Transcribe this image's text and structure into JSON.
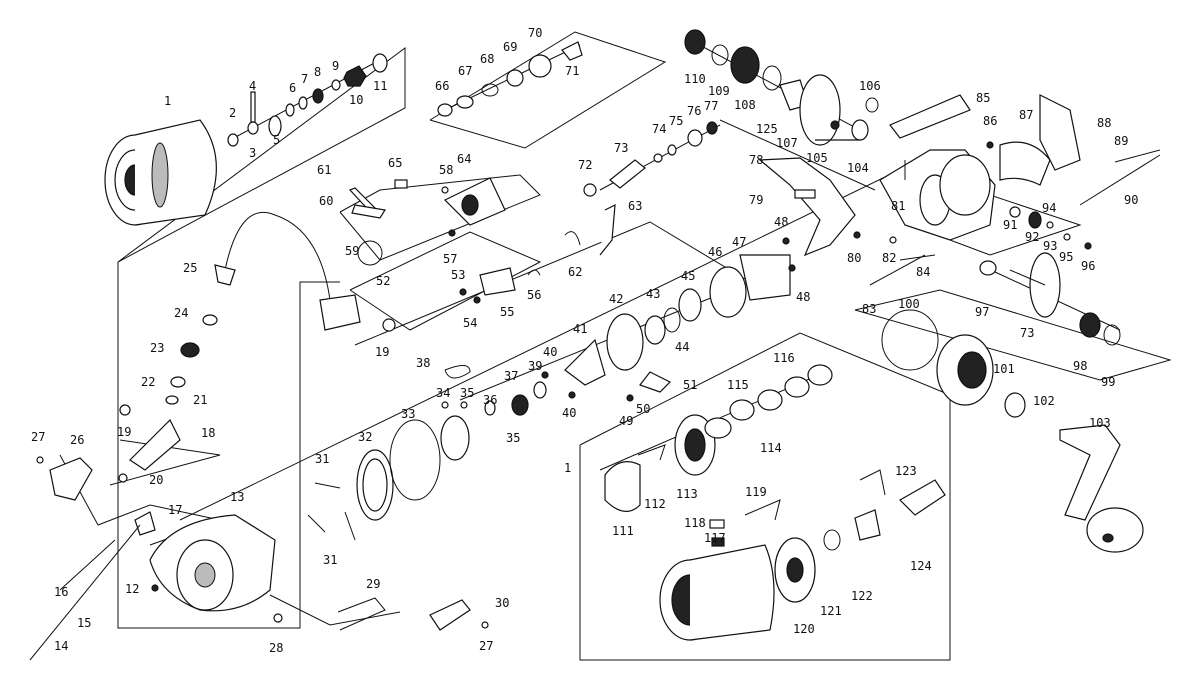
{
  "labels": {
    "n1": "1",
    "n1b": "1",
    "n2": "2",
    "n3": "3",
    "n4": "4",
    "n5": "5",
    "n6": "6",
    "n7": "7",
    "n8": "8",
    "n9": "9",
    "n10": "10",
    "n11": "11",
    "n12": "12",
    "n13": "13",
    "n14": "14",
    "n15": "15",
    "n16": "16",
    "n17": "17",
    "n18": "18",
    "n19": "19",
    "n19b": "19",
    "n20": "20",
    "n21": "21",
    "n22": "22",
    "n23": "23",
    "n24": "24",
    "n25": "25",
    "n26": "26",
    "n27": "27",
    "n27b": "27",
    "n28": "28",
    "n29": "29",
    "n30": "30",
    "n31": "31",
    "n31b": "31",
    "n32": "32",
    "n33": "33",
    "n34": "34",
    "n35": "35",
    "n35b": "35",
    "n36": "36",
    "n37": "37",
    "n38": "38",
    "n39": "39",
    "n40": "40",
    "n40b": "40",
    "n41": "41",
    "n42": "42",
    "n43": "43",
    "n44": "44",
    "n45": "45",
    "n46": "46",
    "n47": "47",
    "n48": "48",
    "n48b": "48",
    "n49": "49",
    "n50": "50",
    "n51": "51",
    "n52": "52",
    "n53": "53",
    "n54": "54",
    "n55": "55",
    "n56": "56",
    "n57": "57",
    "n58": "58",
    "n59": "59",
    "n60": "60",
    "n61": "61",
    "n62": "62",
    "n63": "63",
    "n64": "64",
    "n65": "65",
    "n66": "66",
    "n67": "67",
    "n68": "68",
    "n69": "69",
    "n70": "70",
    "n71": "71",
    "n72": "72",
    "n73": "73",
    "n73b": "73",
    "n74": "74",
    "n75": "75",
    "n76": "76",
    "n77": "77",
    "n78": "78",
    "n79": "79",
    "n80": "80",
    "n81": "81",
    "n82": "82",
    "n83": "83",
    "n84": "84",
    "n85": "85",
    "n86": "86",
    "n87": "87",
    "n88": "88",
    "n89": "89",
    "n90": "90",
    "n91": "91",
    "n92": "92",
    "n93": "93",
    "n94": "94",
    "n95": "95",
    "n96": "96",
    "n97": "97",
    "n98": "98",
    "n99": "99",
    "n100": "100",
    "n101": "101",
    "n102": "102",
    "n103": "103",
    "n104": "104",
    "n105": "105",
    "n106": "106",
    "n107": "107",
    "n108": "108",
    "n109": "109",
    "n110": "110",
    "n111": "111",
    "n112": "112",
    "n113": "113",
    "n114": "114",
    "n115": "115",
    "n116": "116",
    "n117": "117",
    "n118": "118",
    "n119": "119",
    "n120": "120",
    "n121": "121",
    "n122": "122",
    "n123": "123",
    "n124": "124",
    "n125": "125"
  }
}
